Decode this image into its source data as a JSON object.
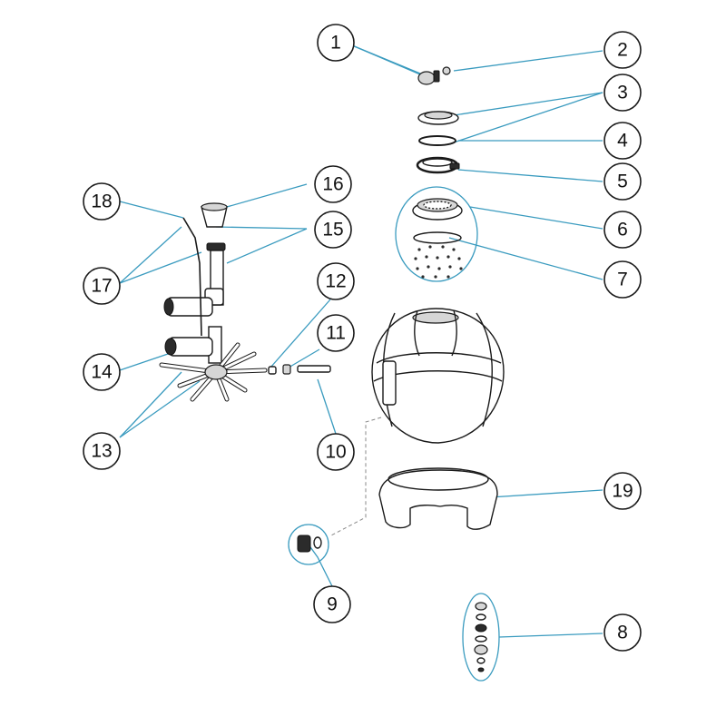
{
  "diagram": {
    "callouts": [
      {
        "id": "c1",
        "label": "1"
      },
      {
        "id": "c2",
        "label": "2"
      },
      {
        "id": "c3",
        "label": "3"
      },
      {
        "id": "c4",
        "label": "4"
      },
      {
        "id": "c5",
        "label": "5"
      },
      {
        "id": "c6",
        "label": "6"
      },
      {
        "id": "c7",
        "label": "7"
      },
      {
        "id": "c8",
        "label": "8"
      },
      {
        "id": "c9",
        "label": "9"
      },
      {
        "id": "c10",
        "label": "10"
      },
      {
        "id": "c11",
        "label": "11"
      },
      {
        "id": "c12",
        "label": "12"
      },
      {
        "id": "c13",
        "label": "13"
      },
      {
        "id": "c14",
        "label": "14"
      },
      {
        "id": "c15",
        "label": "15"
      },
      {
        "id": "c16",
        "label": "16"
      },
      {
        "id": "c17",
        "label": "17"
      },
      {
        "id": "c18",
        "label": "18"
      },
      {
        "id": "c19",
        "label": "19"
      }
    ],
    "colors": {
      "leader": "#3a9bbf",
      "outline": "#1a1a1a",
      "dark_part": "#2b2b2b"
    }
  }
}
